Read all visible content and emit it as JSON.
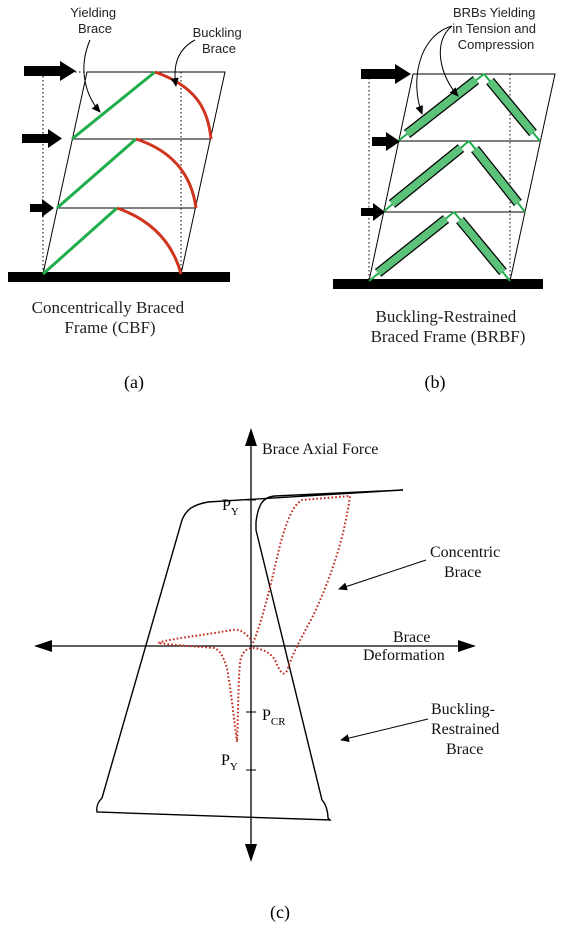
{
  "panel_a": {
    "label_yielding": [
      "Yielding",
      "Brace"
    ],
    "label_buckling": [
      "Buckling",
      "Brace"
    ],
    "caption": [
      "Concentrically Braced",
      "Frame (CBF)"
    ],
    "tag": "(a)"
  },
  "panel_b": {
    "label_brb": [
      "BRBs Yielding",
      "in Tension and",
      "Compression"
    ],
    "caption": [
      "Buckling-Restrained",
      "Braced Frame (BRBF)"
    ],
    "tag": "(b)"
  },
  "panel_c": {
    "y_axis_label": "Brace Axial Force",
    "x_axis_label": [
      "Brace",
      "Deformation"
    ],
    "py_top": "P",
    "py_top_sub": "Y",
    "py_bottom": "P",
    "py_bottom_sub": "Y",
    "pcr": "P",
    "pcr_sub": "CR",
    "concentric_label": [
      "Concentric",
      "Brace"
    ],
    "brb_label": [
      "Buckling-",
      "Restrained",
      "Brace"
    ],
    "tag": "(c)"
  },
  "colors": {
    "yielding_brace": "#1fae4b",
    "buckling_brace": "#d0351f",
    "brb_fill": "#5cc27a",
    "concentric_curve": "#d0351f",
    "line": "#000000"
  }
}
